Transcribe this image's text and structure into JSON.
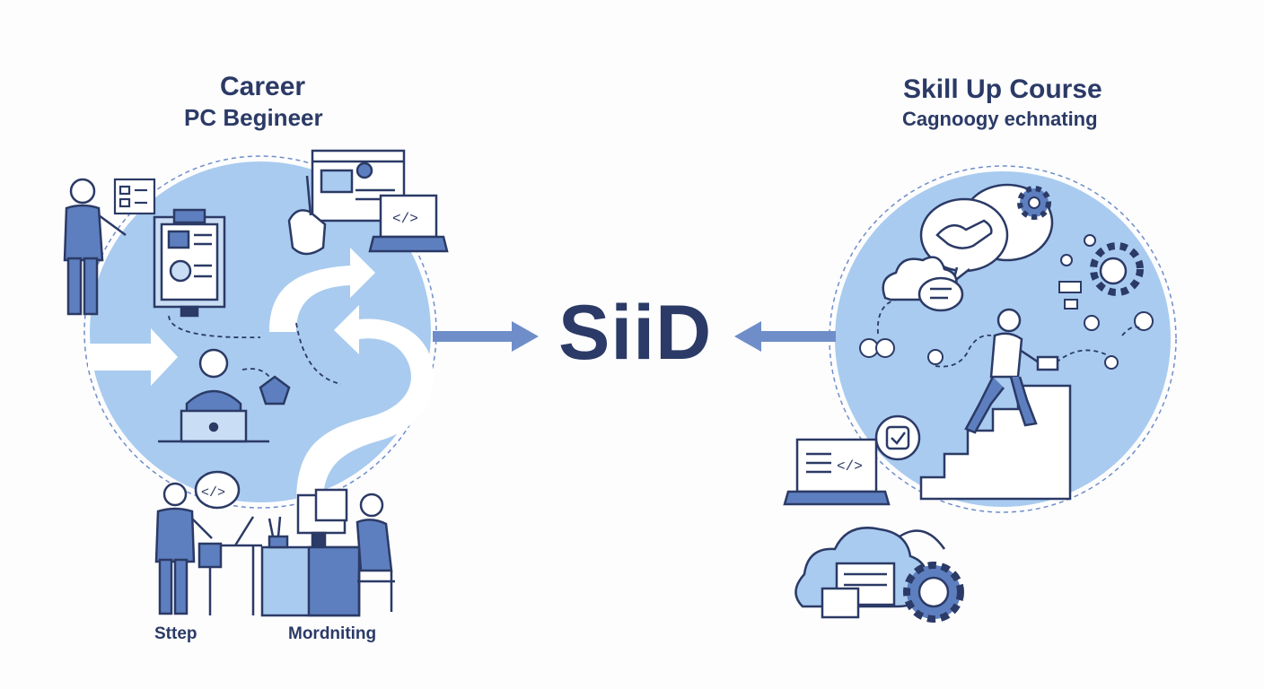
{
  "left_section": {
    "title": "Career",
    "subtitle": "PC Begineer",
    "label_step": "Sttep",
    "label_mord": "Mordniting"
  },
  "right_section": {
    "title": "Skill Up Course",
    "subtitle": "Cagnoogy echnating"
  },
  "center": {
    "logo_text": "SiiD"
  },
  "colors": {
    "circle_fill": "#a9cbef",
    "ink": "#2b3a66",
    "arrow": "#6f8ec9",
    "figure": "#5e7fbf"
  },
  "icons": {
    "left": [
      "person-icon",
      "clipboard-icon",
      "monitor-icon",
      "laptop-code-icon",
      "hand-pencil-icon",
      "person-laptop-icon",
      "code-bubble-icon",
      "desk-worker-icon"
    ],
    "right": [
      "handshake-icon",
      "gear-icon",
      "cloud-icon",
      "chat-icon",
      "stair-climber-icon",
      "laptop-code-icon",
      "checkmark-icon",
      "cloud-gear-icon"
    ]
  }
}
